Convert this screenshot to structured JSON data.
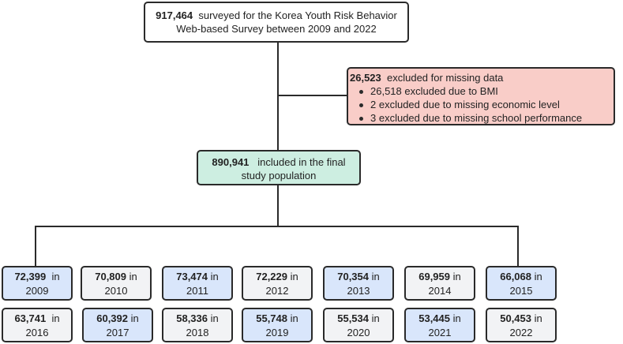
{
  "top": {
    "count": "917,464",
    "text": "surveyed for the Korea Youth Risk Behavior",
    "text2": "Web-based Survey between 2009 and 2022"
  },
  "excluded": {
    "count": "26,523",
    "text": "excluded for missing data",
    "items": [
      "26,518 excluded due to BMI",
      "2 excluded due to missing economic level",
      "3 excluded due to missing school performance"
    ]
  },
  "included": {
    "count": "890,941",
    "text": "included in the final",
    "text2": "study population"
  },
  "years": [
    {
      "count": "72,399",
      "in": "in",
      "year": "2009"
    },
    {
      "count": "70,809",
      "in": "in",
      "year": "2010"
    },
    {
      "count": "73,474",
      "in": "in",
      "year": "2011"
    },
    {
      "count": "72,229",
      "in": "in",
      "year": "2012"
    },
    {
      "count": "70,354",
      "in": "in",
      "year": "2013"
    },
    {
      "count": "69,959",
      "in": "in",
      "year": "2014"
    },
    {
      "count": "66,068",
      "in": "in",
      "year": "2015"
    },
    {
      "count": "63,741",
      "in": "in",
      "year": "2016"
    },
    {
      "count": "60,392",
      "in": "in",
      "year": "2017"
    },
    {
      "count": "58,336",
      "in": "in",
      "year": "2018"
    },
    {
      "count": "55,748",
      "in": "in",
      "year": "2019"
    },
    {
      "count": "55,534",
      "in": "in",
      "year": "2020"
    },
    {
      "count": "53,445",
      "in": "in",
      "year": "2021"
    },
    {
      "count": "50,453",
      "in": "in",
      "year": "2022"
    }
  ],
  "colors": {
    "excluded_bg": "#f9cdc8",
    "included_bg": "#cdeee1",
    "year_blue": "#d9e6fb",
    "year_grey": "#f2f3f5",
    "border": "#2a2a2a"
  }
}
